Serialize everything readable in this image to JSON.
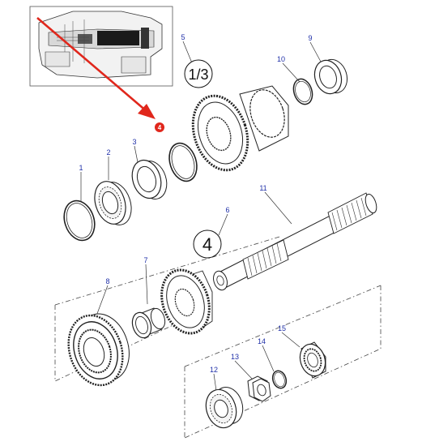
{
  "callouts": [
    "1",
    "2",
    "3",
    "4",
    "5",
    "6",
    "7",
    "8",
    "9",
    "10",
    "11",
    "12",
    "13",
    "14",
    "15"
  ],
  "highlight": {
    "label": "4",
    "color": "#e0271c"
  },
  "group_labels": {
    "upper": "1/3",
    "lower": "4"
  },
  "colors": {
    "callout_text": "#1f2fa8",
    "arrow": "#e0271c",
    "line": "#222222"
  }
}
